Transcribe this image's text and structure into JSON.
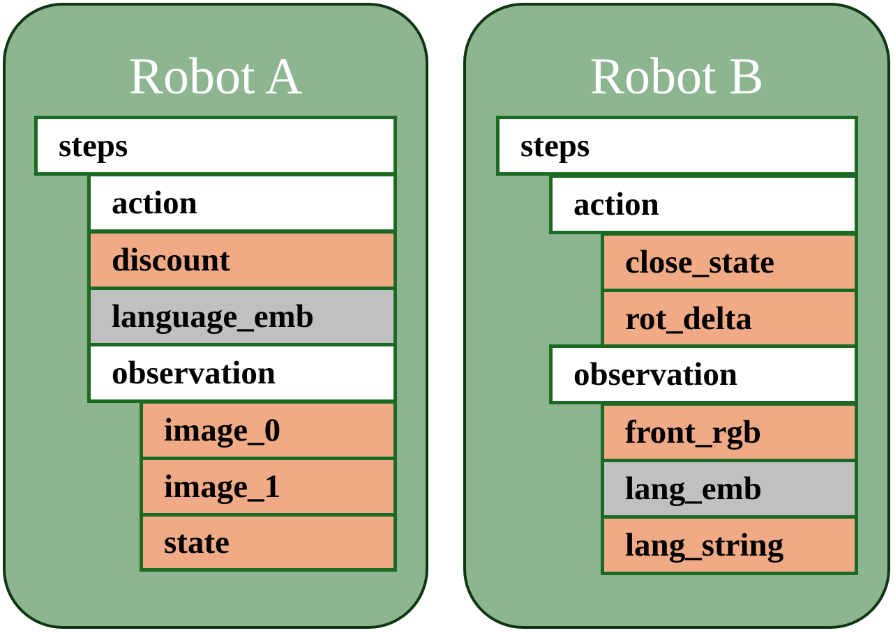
{
  "colors": {
    "panel_fill": "#8cb590",
    "panel_border": "#0f3512",
    "field_border": "#1b6a24",
    "group_field": "#ffffff",
    "leaf_field": "#f0aa86",
    "language_field": "#c0c0c0"
  },
  "robot_a": {
    "title": "Robot A",
    "fields": {
      "steps": "steps",
      "action": "action",
      "discount": "discount",
      "language_emb": "language_emb",
      "observation": "observation",
      "image_0": "image_0",
      "image_1": "image_1",
      "state": "state"
    }
  },
  "robot_b": {
    "title": "Robot B",
    "fields": {
      "steps": "steps",
      "action": "action",
      "close_state": "close_state",
      "rot_delta": "rot_delta",
      "observation": "observation",
      "front_rgb": "front_rgb",
      "lang_emb": "lang_emb",
      "lang_string": "lang_string"
    }
  }
}
